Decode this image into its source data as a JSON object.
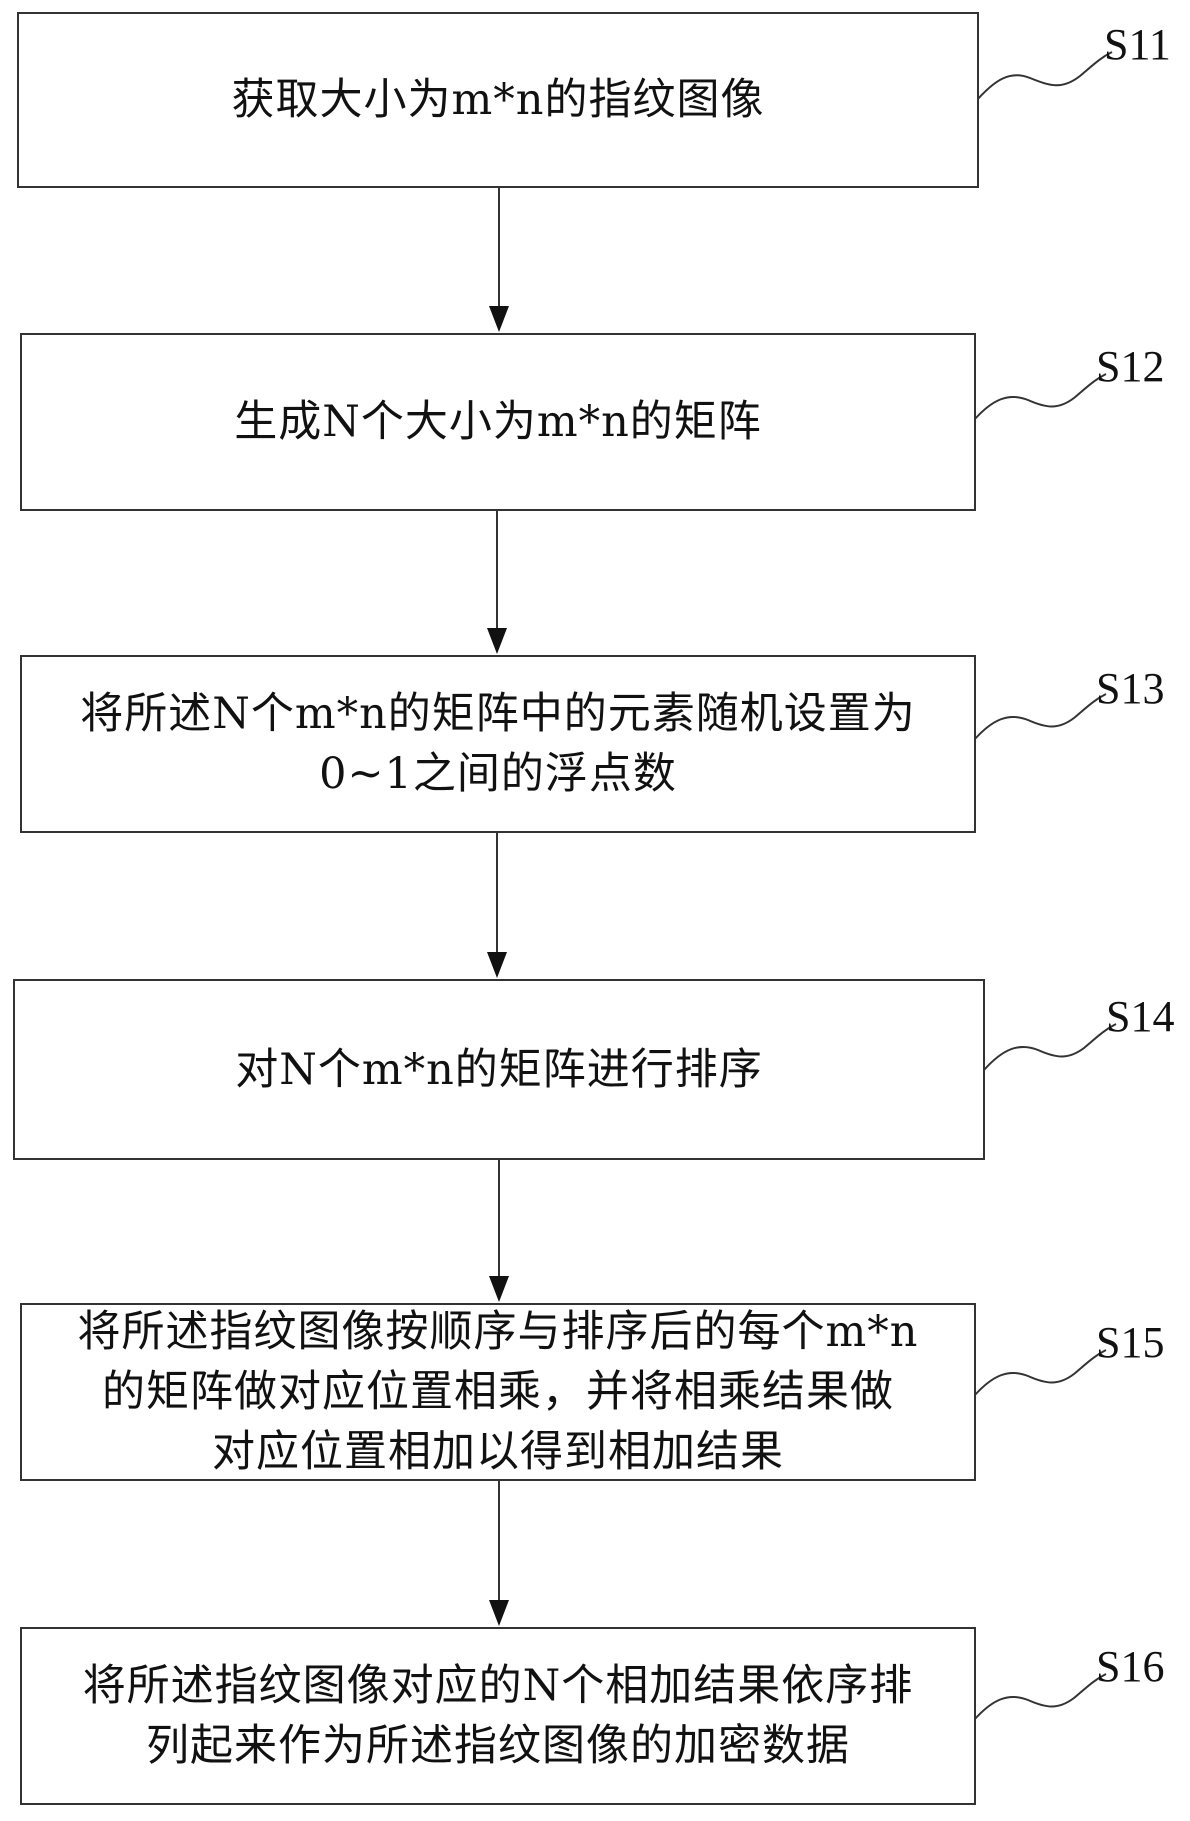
{
  "steps": [
    {
      "id": "S11",
      "text": "获取大小为m*n的指纹图像"
    },
    {
      "id": "S12",
      "text": "生成N个大小为m*n的矩阵"
    },
    {
      "id": "S13",
      "text": "将所述N个m*n的矩阵中的元素随机设置为\n0~1之间的浮点数"
    },
    {
      "id": "S14",
      "text": "对N个m*n的矩阵进行排序"
    },
    {
      "id": "S15",
      "text": "将所述指纹图像按顺序与排序后的每个m*n\n的矩阵做对应位置相乘，并将相乘结果做\n对应位置相加以得到相加结果"
    },
    {
      "id": "S16",
      "text": "将所述指纹图像对应的N个相加结果依序排\n列起来作为所述指纹图像的加密数据"
    }
  ],
  "colors": {
    "stroke": "#333333",
    "text": "#111111",
    "background": "#ffffff"
  }
}
